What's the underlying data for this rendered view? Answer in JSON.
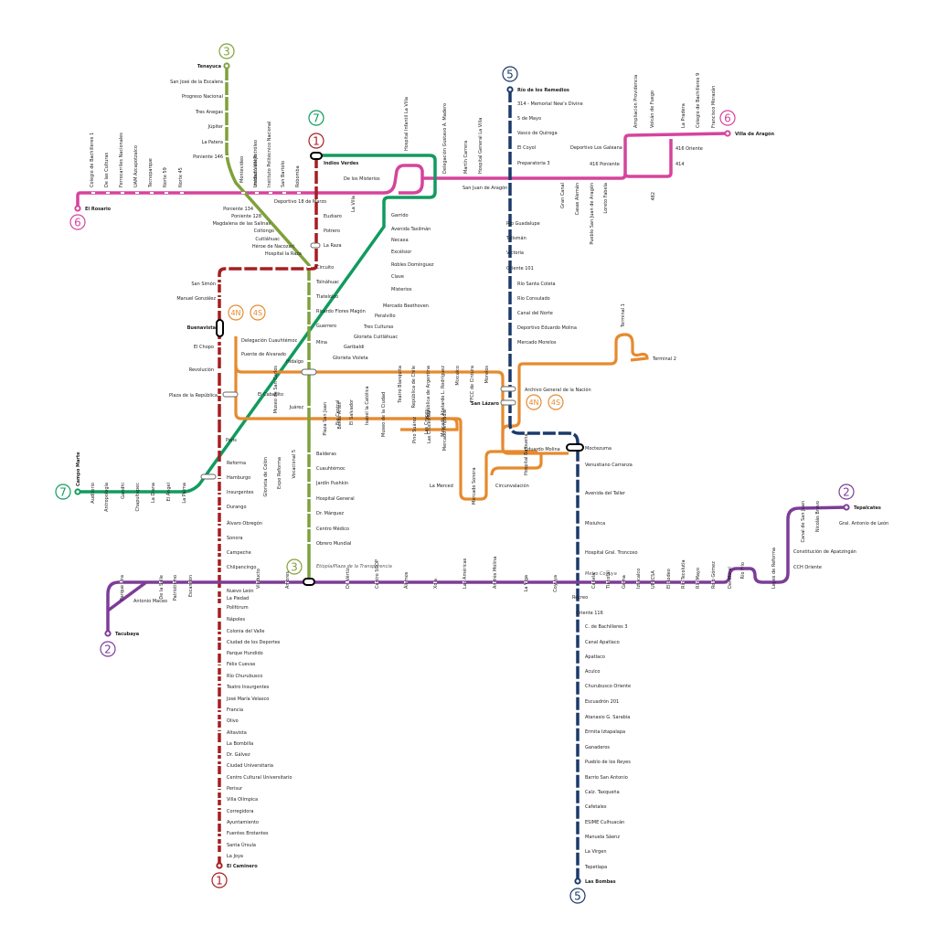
{
  "colors": {
    "line1": "#a61e22",
    "line2": "#7d3c98",
    "line3": "#7fa13b",
    "line4": "#e68a2e",
    "line5": "#1b3a6b",
    "line6": "#d6449c",
    "line7": "#119b5e"
  },
  "badges": {
    "line1": "1",
    "line2": "2",
    "line3": "3",
    "line5": "5",
    "line6": "6",
    "line7": "7",
    "line4n": "4N",
    "line4s": "4S"
  },
  "terminals": {
    "tenayuca": "Tenayuca",
    "rio_remedios": "Río de los Remedios",
    "indios_verdes": "Indios Verdes",
    "villa_aragon": "Villa de Aragón",
    "el_rosario": "El Rosario",
    "campo_marte": "Campo Marte",
    "tepalcates": "Tepalcates",
    "tacubaya": "Tacubaya",
    "el_caminero": "El Caminero",
    "las_bombas": "Las Bombas",
    "buenavista": "Buenavista",
    "san_lazaro": "San Lázaro",
    "terminal1": "Terminal 1",
    "terminal2": "Terminal 2",
    "etiopia": "Etiopía/Plaza de la Transparencia",
    "metro_coyuya": "Metro Coyuya"
  },
  "stations": {
    "line3_north": [
      "San José de la Escalera",
      "Progreso Nacional",
      "Tres Anegas",
      "Júpiter",
      "La Patera",
      "Poniente 146"
    ],
    "line3_mid": [
      "Poniente 134",
      "Poniente 128",
      "Magdalena de las Salinas",
      "Coltongo",
      "Cuitláhuac",
      "Héroe de Nacozari",
      "Hospital la Raza"
    ],
    "line3_south": [
      "Balderas",
      "Cuauhtémoc",
      "Jardín Pushkin",
      "Hospital General",
      "Dr. Márquez",
      "Centro Médico",
      "Obrero Mundial"
    ],
    "line3_center": [
      "Circuito",
      "Tolnáhuac",
      "Tlatelolco",
      "Ricardo Flores Magón",
      "Guerrero",
      "Mina",
      "Hidalgo",
      "Juárez"
    ],
    "line6_top": [
      "Colegio de Bachilleres 1",
      "De las Culturas",
      "Ferrocarriles Nacionales",
      "UAM Azcapotzalco",
      "Tecnoparque",
      "Norte 59",
      "Norte 45",
      "Montevideo",
      "Instituto del Petróleo",
      "Instituto Politécnico Nacional",
      "San Bartolo",
      "Robomba"
    ],
    "line6_misc": [
      "Deportivo 18 de Marzo",
      "De los Misterios",
      "Hospital Infantil La Villa",
      "Delegación Gustavo A. Madero",
      "Martín Carrera",
      "Hospital General La Villa",
      "San Juan de Aragón",
      "Gran Canal",
      "Casas Alemán",
      "Pueblo San Juan de Aragón",
      "Loreto Fabela",
      "416 Poniente",
      "Deportivo Los Galeana",
      "Ampliación Providencia",
      "Volcán de Fuego",
      "La Pradera",
      "Colegio de Bachilleres 9",
      "Francisco Morazán",
      "416 Oriente",
      "414",
      "482"
    ],
    "line6_uv": "Unidad Vallejo",
    "line1_north": [
      "Euzkaro",
      "Potrero",
      "La Raza"
    ],
    "line1_west": [
      "San Simón",
      "Manuel González",
      "El Chopo",
      "Revolución",
      "Plaza de la República",
      "Reforma",
      "Hamburgo",
      "Insurgentes",
      "Durango",
      "Álvaro Obregón",
      "Sonora",
      "Campeche",
      "Chilpancingo",
      "Nuevo León",
      "La Piedad",
      "Polifórum",
      "Nápoles",
      "Colonia del Valle",
      "Ciudad de los Deportes",
      "Parque Hundido",
      "Félix Cuevas",
      "Río Churubusco",
      "Teatro Insurgentes",
      "José María Velasco",
      "Francia",
      "Olivo",
      "Altavista",
      "La Bombilla",
      "Dr. Gálvez",
      "Ciudad Universitaria",
      "Centro Cultural Universitario",
      "Perisur",
      "Villa Olímpica",
      "Corregidora",
      "Ayuntamiento",
      "Fuentes Brotantes",
      "Santa Úrsula",
      "La Joya"
    ],
    "line7": [
      "La Villa",
      "Garrido",
      "Avenida Tasilmán",
      "Necaxa",
      "Excélsior",
      "Robles Domínguez",
      "Clave",
      "Misterios",
      "Mercado Beethoven",
      "Peralvillo",
      "Tres Culturas",
      "Glorieta Cuitláhuac",
      "Garibaldi",
      "Glorieta Violeta",
      "Plaza San Juan",
      "Bellas Artes",
      "El Caballito",
      "París",
      "Glorieta de Colón",
      "Expo Reforma",
      "Vocacional 5",
      "La Palma",
      "El Ángel",
      "La Diana",
      "Chapultepec",
      "Gandhi",
      "Antropología",
      "Auditorio"
    ],
    "line5": [
      "314 - Memorial New's Divine",
      "5 de Mayo",
      "Vasco de Quiroga",
      "El Coyol",
      "Preparatoria 3",
      "Río Guadalupe",
      "Talismán",
      "Victoria",
      "Oriente 101",
      "Río Santa Coleta",
      "Río Consulado",
      "Canal del Norte",
      "Deportivo Eduardo Molina",
      "Mercado Morelos",
      "Moctezuma",
      "Venustiano Carranza",
      "Avenida del Taller",
      "Mixiuhca",
      "Hospital Gral. Troncoso",
      "Recreo",
      "Oriente 116",
      "C. de Bachilleres 3",
      "Canal Apatlaco",
      "Apatlaco",
      "Aculco",
      "Churubusco Oriente",
      "Escuadrón 201",
      "Atanasio G. Sarabia",
      "Ermita Iztapalapa",
      "Ganaderos",
      "Pueblo de los Reyes",
      "Barrio San Antonio",
      "Calz. Taxqueña",
      "Cafetales",
      "ESIME Culhuacán",
      "Manuela Sáenz",
      "La Virgen",
      "Tepetlapa"
    ],
    "line4": [
      "Delegación Cuauhtémoc",
      "Puente de Alvarado",
      "Museo de San Carlos",
      "Teatro Blanquita",
      "República de Chile",
      "República de Argentina",
      "Mercado Abelardo L. Rodríguez",
      "Mixcalco",
      "FFCC de Cintura",
      "Morelos",
      "Archivo General de la Nación",
      "Las Cruces",
      "Museo de la Ciudad",
      "Mercado Ampudia",
      "Eje Central",
      "El Salvador",
      "Isabel la Católica",
      "Pino Suárez",
      "Las Cruces Sur",
      "La Merced",
      "Mercado Sonora",
      "Circunvalación",
      "Hospital Balbuena",
      "Eduardo Molina"
    ],
    "line2_west": [
      "Parque Lira",
      "De la Salle",
      "Patriotismo",
      "Escandón",
      "Antonio Maceo",
      "Viaducto",
      "Amores",
      "Dr. Vértiz",
      "Centro SCOP",
      "Álamos",
      "Xola",
      "Las Américas",
      "Andrés Molina",
      "La Viga",
      "Coyuya"
    ],
    "line2_east": [
      "Canela",
      "Tlacotal",
      "Goma",
      "Iztacalco",
      "UPIICSA",
      "El Rodeo",
      "Río Tecolutla",
      "Río Mayo",
      "Rojo Gómez",
      "Del Moral",
      "Río Frío",
      "Leyes de Reforma",
      "Constitución de Apatzingán",
      "CCH Oriente",
      "Canal de San Juan",
      "Nicolás Bravo",
      "Gral. Antonio de León"
    ]
  }
}
